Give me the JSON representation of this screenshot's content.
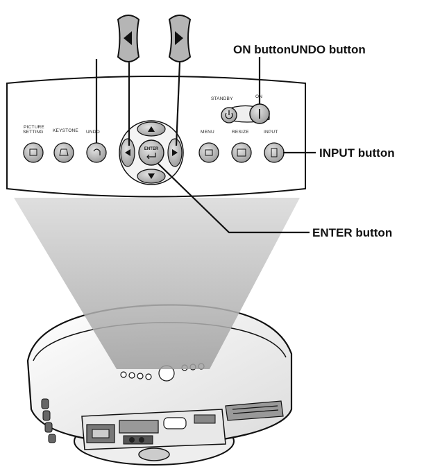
{
  "callouts": {
    "on_undo": "ON buttonUNDO button",
    "input": "INPUT button",
    "enter": "ENTER button"
  },
  "panel": {
    "picture_setting_line1": "PICTURE",
    "picture_setting_line2": "SETTING",
    "keystone": "KEYSTONE",
    "undo": "UNDO",
    "enter": "ENTER",
    "menu": "MENU",
    "resize": "RESIZE",
    "input": "INPUT",
    "standby": "STANDBY",
    "on": "ON"
  },
  "icons": {
    "left_arrow": "triangle-left",
    "right_arrow": "triangle-right",
    "up_arrow": "triangle-up",
    "down_arrow": "triangle-down",
    "enter_return": "return-arrow",
    "standby_power": "power-symbol"
  },
  "colors": {
    "line": "#111111",
    "panel_fill": "#ffffff",
    "button_gray": "#b8b8b8",
    "beam_gray": "#cfcfcf"
  }
}
